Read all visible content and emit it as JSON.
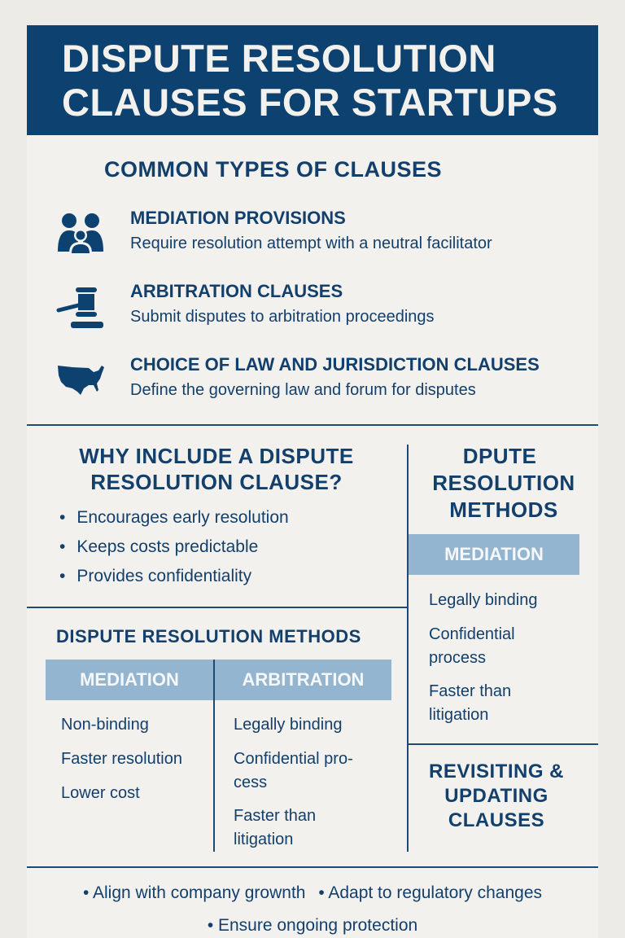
{
  "header": {
    "title_line1": "DISPUTE RESOLUTION",
    "title_line2": "CLAUSES FOR STARTUPS"
  },
  "colors": {
    "primary": "#0d4270",
    "background": "#f3f1ed",
    "table_header": "#93b5cf"
  },
  "common_types": {
    "title": "COMMON TYPES OF CLAUSES",
    "items": [
      {
        "icon": "people-icon",
        "name": "MEDIATION PROVISIONS",
        "description": "Require resolution attempt with a neutral  facilitator"
      },
      {
        "icon": "gavel-icon",
        "name": "ARBITRATION CLAUSES",
        "description": "Submit disputes to arbitration proceedings"
      },
      {
        "icon": "us-map-icon",
        "name": "CHOICE OF LAW AND JURISDICTION CLAUSES",
        "description": "Define the governing law and forum for disputes"
      }
    ]
  },
  "why_include": {
    "title_line1": "WHY INCLUDE A DISPUTE",
    "title_line2": "RESOLUTION CLAUSE?",
    "bullets": [
      "Encourages early resolution",
      "Keeps costs predictable",
      "Provides confidentiality"
    ]
  },
  "methods_side": {
    "title_line1": "DPUTE",
    "title_line2": "RESOLUTION",
    "title_line3": "METHODS",
    "header": "MEDIATION",
    "items": [
      "Legally binding",
      "Confidential process",
      "Faster than litigation"
    ]
  },
  "methods_table": {
    "title": "DISPUTE RESOLUTION METHODS",
    "columns": [
      {
        "header": "MEDIATION",
        "items": [
          "Non-binding",
          "Faster resolution",
          "Lower cost"
        ]
      },
      {
        "header": "ARBITRATION",
        "items": [
          "Legally binding",
          "Confidential pro-cess",
          "Faster than litigation"
        ]
      }
    ]
  },
  "revisiting": {
    "title_line1": "REVISITING &",
    "title_line2": "UPDATING",
    "title_line3": "CLAUSES",
    "bullets": [
      "Align with company grownth",
      "Adapt to regulatory changes",
      "Ensure ongoing protection"
    ]
  }
}
